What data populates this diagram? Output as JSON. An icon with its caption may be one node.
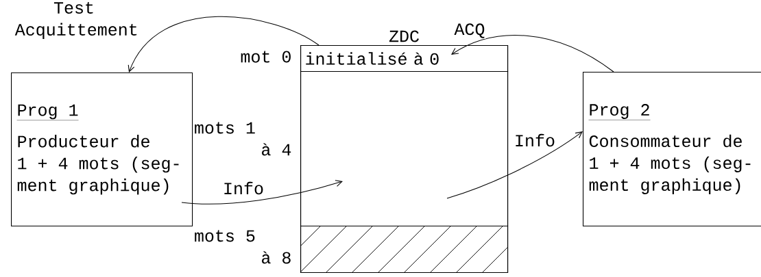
{
  "diagram": {
    "nodes": [
      {
        "text": [
          "ZDC"
        ]
      },
      {
        "text": [
          "initialisé à 0"
        ],
        "in": 0,
        "beside": [
          "mot 0"
        ]
      },
      {
        "text": [],
        "shape": "box",
        "in": 0,
        "beside": [
          "mots 1 à 4"
        ]
      },
      {
        "text": [],
        "shape": "box",
        "in": 0,
        "beside": [
          "mots 5 à 8"
        ]
      },
      {
        "text": [
          "Prog 1",
          "Producteur de 1 + 4 mots (seg- ment graphique)"
        ]
      },
      {
        "text": [
          "Prog 2",
          "Consommateur de 1 + 4 mots (seg- ment graphique)"
        ]
      }
    ],
    "edges": [
      {
        "from": 1,
        "to": 4,
        "arrow": "to",
        "label": "Test Acquittement"
      },
      {
        "from": 5,
        "to": 1,
        "arrow": "to",
        "label": "ACQ"
      },
      {
        "from": 4,
        "to": 2,
        "arrow": "to",
        "label": "Info"
      },
      {
        "from": 2,
        "to": 5,
        "arrow": "to",
        "label": "Info"
      }
    ]
  }
}
